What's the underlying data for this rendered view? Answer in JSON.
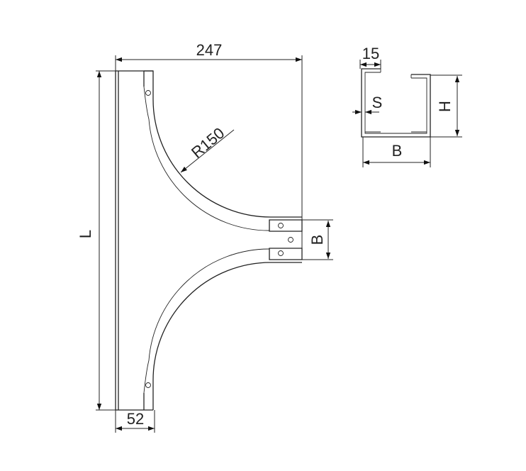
{
  "drawing": {
    "main_view": {
      "width_dim": "247",
      "length_dim": "L",
      "radius_dim": "R150",
      "tab_width_dim": "52",
      "branch_width_dim": "B"
    },
    "profile_view": {
      "flange_dim": "15",
      "thickness_dim": "S",
      "height_dim": "H",
      "width_dim": "B"
    }
  }
}
